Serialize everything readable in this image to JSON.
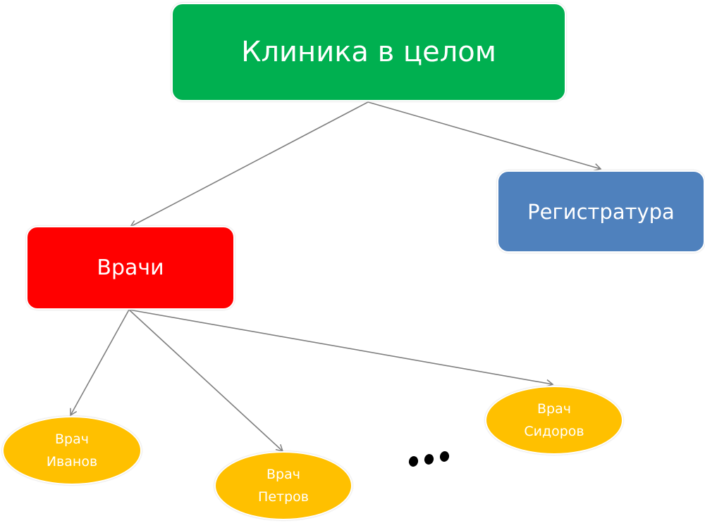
{
  "colors": {
    "clinic": "#00b050",
    "registry": "#4f81bd",
    "doctors": "#ff0000",
    "doctor": "#ffc000",
    "arrow": "#7f7f7f"
  },
  "nodes": {
    "clinic": "Клиника в целом",
    "registry": "Регистратура",
    "doctors": "Врачи",
    "ivanov": {
      "line1": "Врач",
      "line2": "Иванов"
    },
    "petrov": {
      "line1": "Врач",
      "line2": "Петров"
    },
    "sidorov": {
      "line1": "Врач",
      "line2": "Сидоров"
    }
  },
  "edges": [
    [
      "clinic",
      "doctors"
    ],
    [
      "clinic",
      "registry"
    ],
    [
      "doctors",
      "ivanov"
    ],
    [
      "doctors",
      "petrov"
    ],
    [
      "doctors",
      "sidorov"
    ]
  ]
}
